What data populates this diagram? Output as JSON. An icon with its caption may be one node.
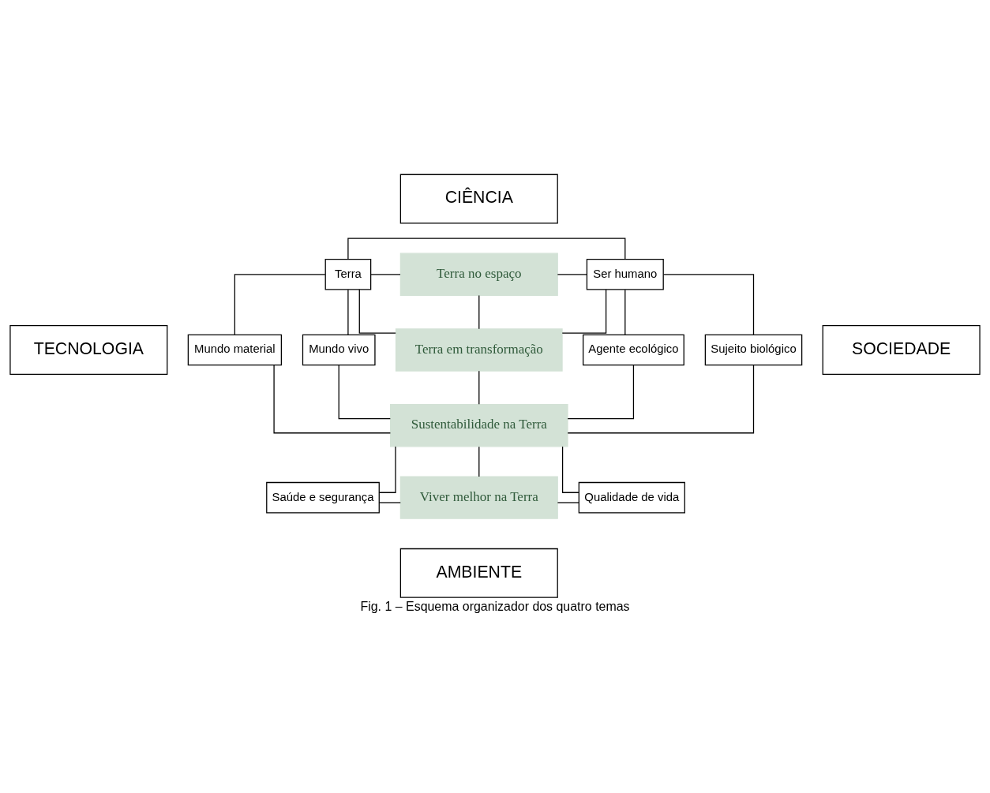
{
  "diagram": {
    "caption": "Fig. 1 – Esquema organizador dos quatro temas",
    "nodes": [
      {
        "text": [
          "CIÊNCIA"
        ]
      },
      {
        "text": [
          "TECNOLOGIA"
        ]
      },
      {
        "text": [
          "SOCIEDADE"
        ]
      },
      {
        "text": [
          "AMBIENTE"
        ]
      },
      {
        "text": [
          "Terra no espaço"
        ]
      },
      {
        "text": [
          "Terra em transformação"
        ]
      },
      {
        "text": [
          "Sustentabilidade na Terra"
        ]
      },
      {
        "text": [
          "Viver melhor na Terra"
        ]
      },
      {
        "text": [
          "Terra"
        ]
      },
      {
        "text": [
          "Ser humano"
        ]
      },
      {
        "text": [
          "Mundo material"
        ]
      },
      {
        "text": [
          "Mundo vivo"
        ]
      },
      {
        "text": [
          "Agente ecológico"
        ]
      },
      {
        "text": [
          "Sujeito biológico"
        ]
      },
      {
        "text": [
          "Saúde e segurança"
        ]
      },
      {
        "text": [
          "Qualidade de vida"
        ]
      }
    ],
    "edges": [
      {
        "from": 8,
        "to": 9,
        "arrow": "none"
      },
      {
        "from": 8,
        "to": 4,
        "arrow": "none"
      },
      {
        "from": 8,
        "to": 5,
        "arrow": "none"
      },
      {
        "from": 4,
        "to": 9,
        "arrow": "none"
      },
      {
        "from": 5,
        "to": 9,
        "arrow": "none"
      },
      {
        "from": 4,
        "to": 5,
        "arrow": "none"
      },
      {
        "from": 5,
        "to": 6,
        "arrow": "none"
      },
      {
        "from": 6,
        "to": 7,
        "arrow": "none"
      },
      {
        "from": 8,
        "to": 10,
        "arrow": "none"
      },
      {
        "from": 8,
        "to": 11,
        "arrow": "none"
      },
      {
        "from": 9,
        "to": 12,
        "arrow": "none"
      },
      {
        "from": 9,
        "to": 13,
        "arrow": "none"
      },
      {
        "from": 10,
        "to": 6,
        "arrow": "none"
      },
      {
        "from": 11,
        "to": 6,
        "arrow": "none"
      },
      {
        "from": 12,
        "to": 6,
        "arrow": "none"
      },
      {
        "from": 13,
        "to": 6,
        "arrow": "none"
      },
      {
        "from": 6,
        "to": 14,
        "arrow": "none"
      },
      {
        "from": 6,
        "to": 15,
        "arrow": "none"
      },
      {
        "from": 14,
        "to": 7,
        "arrow": "none"
      },
      {
        "from": 7,
        "to": 15,
        "arrow": "none"
      }
    ]
  }
}
